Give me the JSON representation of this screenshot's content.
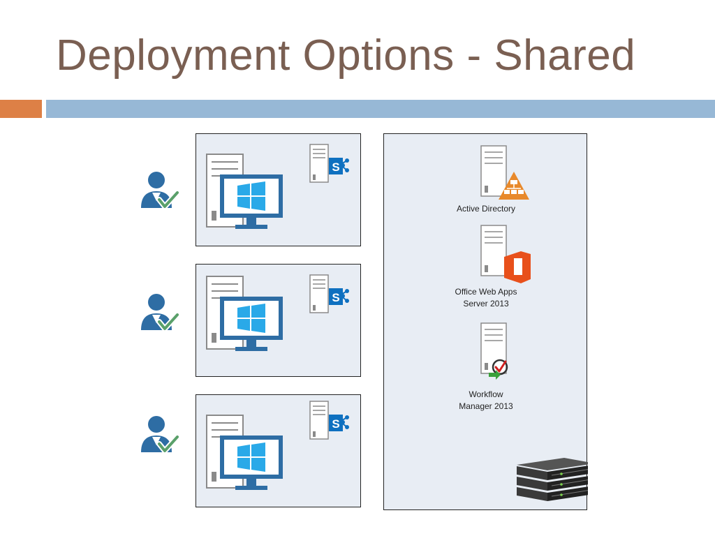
{
  "title": "Deployment Options - Shared",
  "colors": {
    "title": "#7a5f52",
    "accent_orange": "#dd8046",
    "accent_blue": "#97b8d6",
    "box_fill": "#e8edf4",
    "icon_blue": "#2e6da4",
    "windows_blue": "#2aa9e8",
    "sharepoint_blue": "#0e70c0",
    "office_orange": "#e8501b",
    "ad_orange": "#e8892b",
    "check_green": "#5aa06a"
  },
  "vm_groups": [
    {
      "icons": [
        "user-check-icon",
        "server-desktop-windows-icon",
        "sharepoint-server-icon"
      ]
    },
    {
      "icons": [
        "user-check-icon",
        "server-desktop-windows-icon",
        "sharepoint-server-icon"
      ]
    },
    {
      "icons": [
        "user-check-icon",
        "server-desktop-windows-icon",
        "sharepoint-server-icon"
      ]
    }
  ],
  "shared_services": [
    {
      "label": "Active Directory",
      "icon": "active-directory-server-icon"
    },
    {
      "label": "Office Web Apps\nServer 2013",
      "icon": "office-server-icon"
    },
    {
      "label": "Workflow\nManager 2013",
      "icon": "workflow-server-icon"
    }
  ],
  "hardware_icon": "rack-servers-icon"
}
